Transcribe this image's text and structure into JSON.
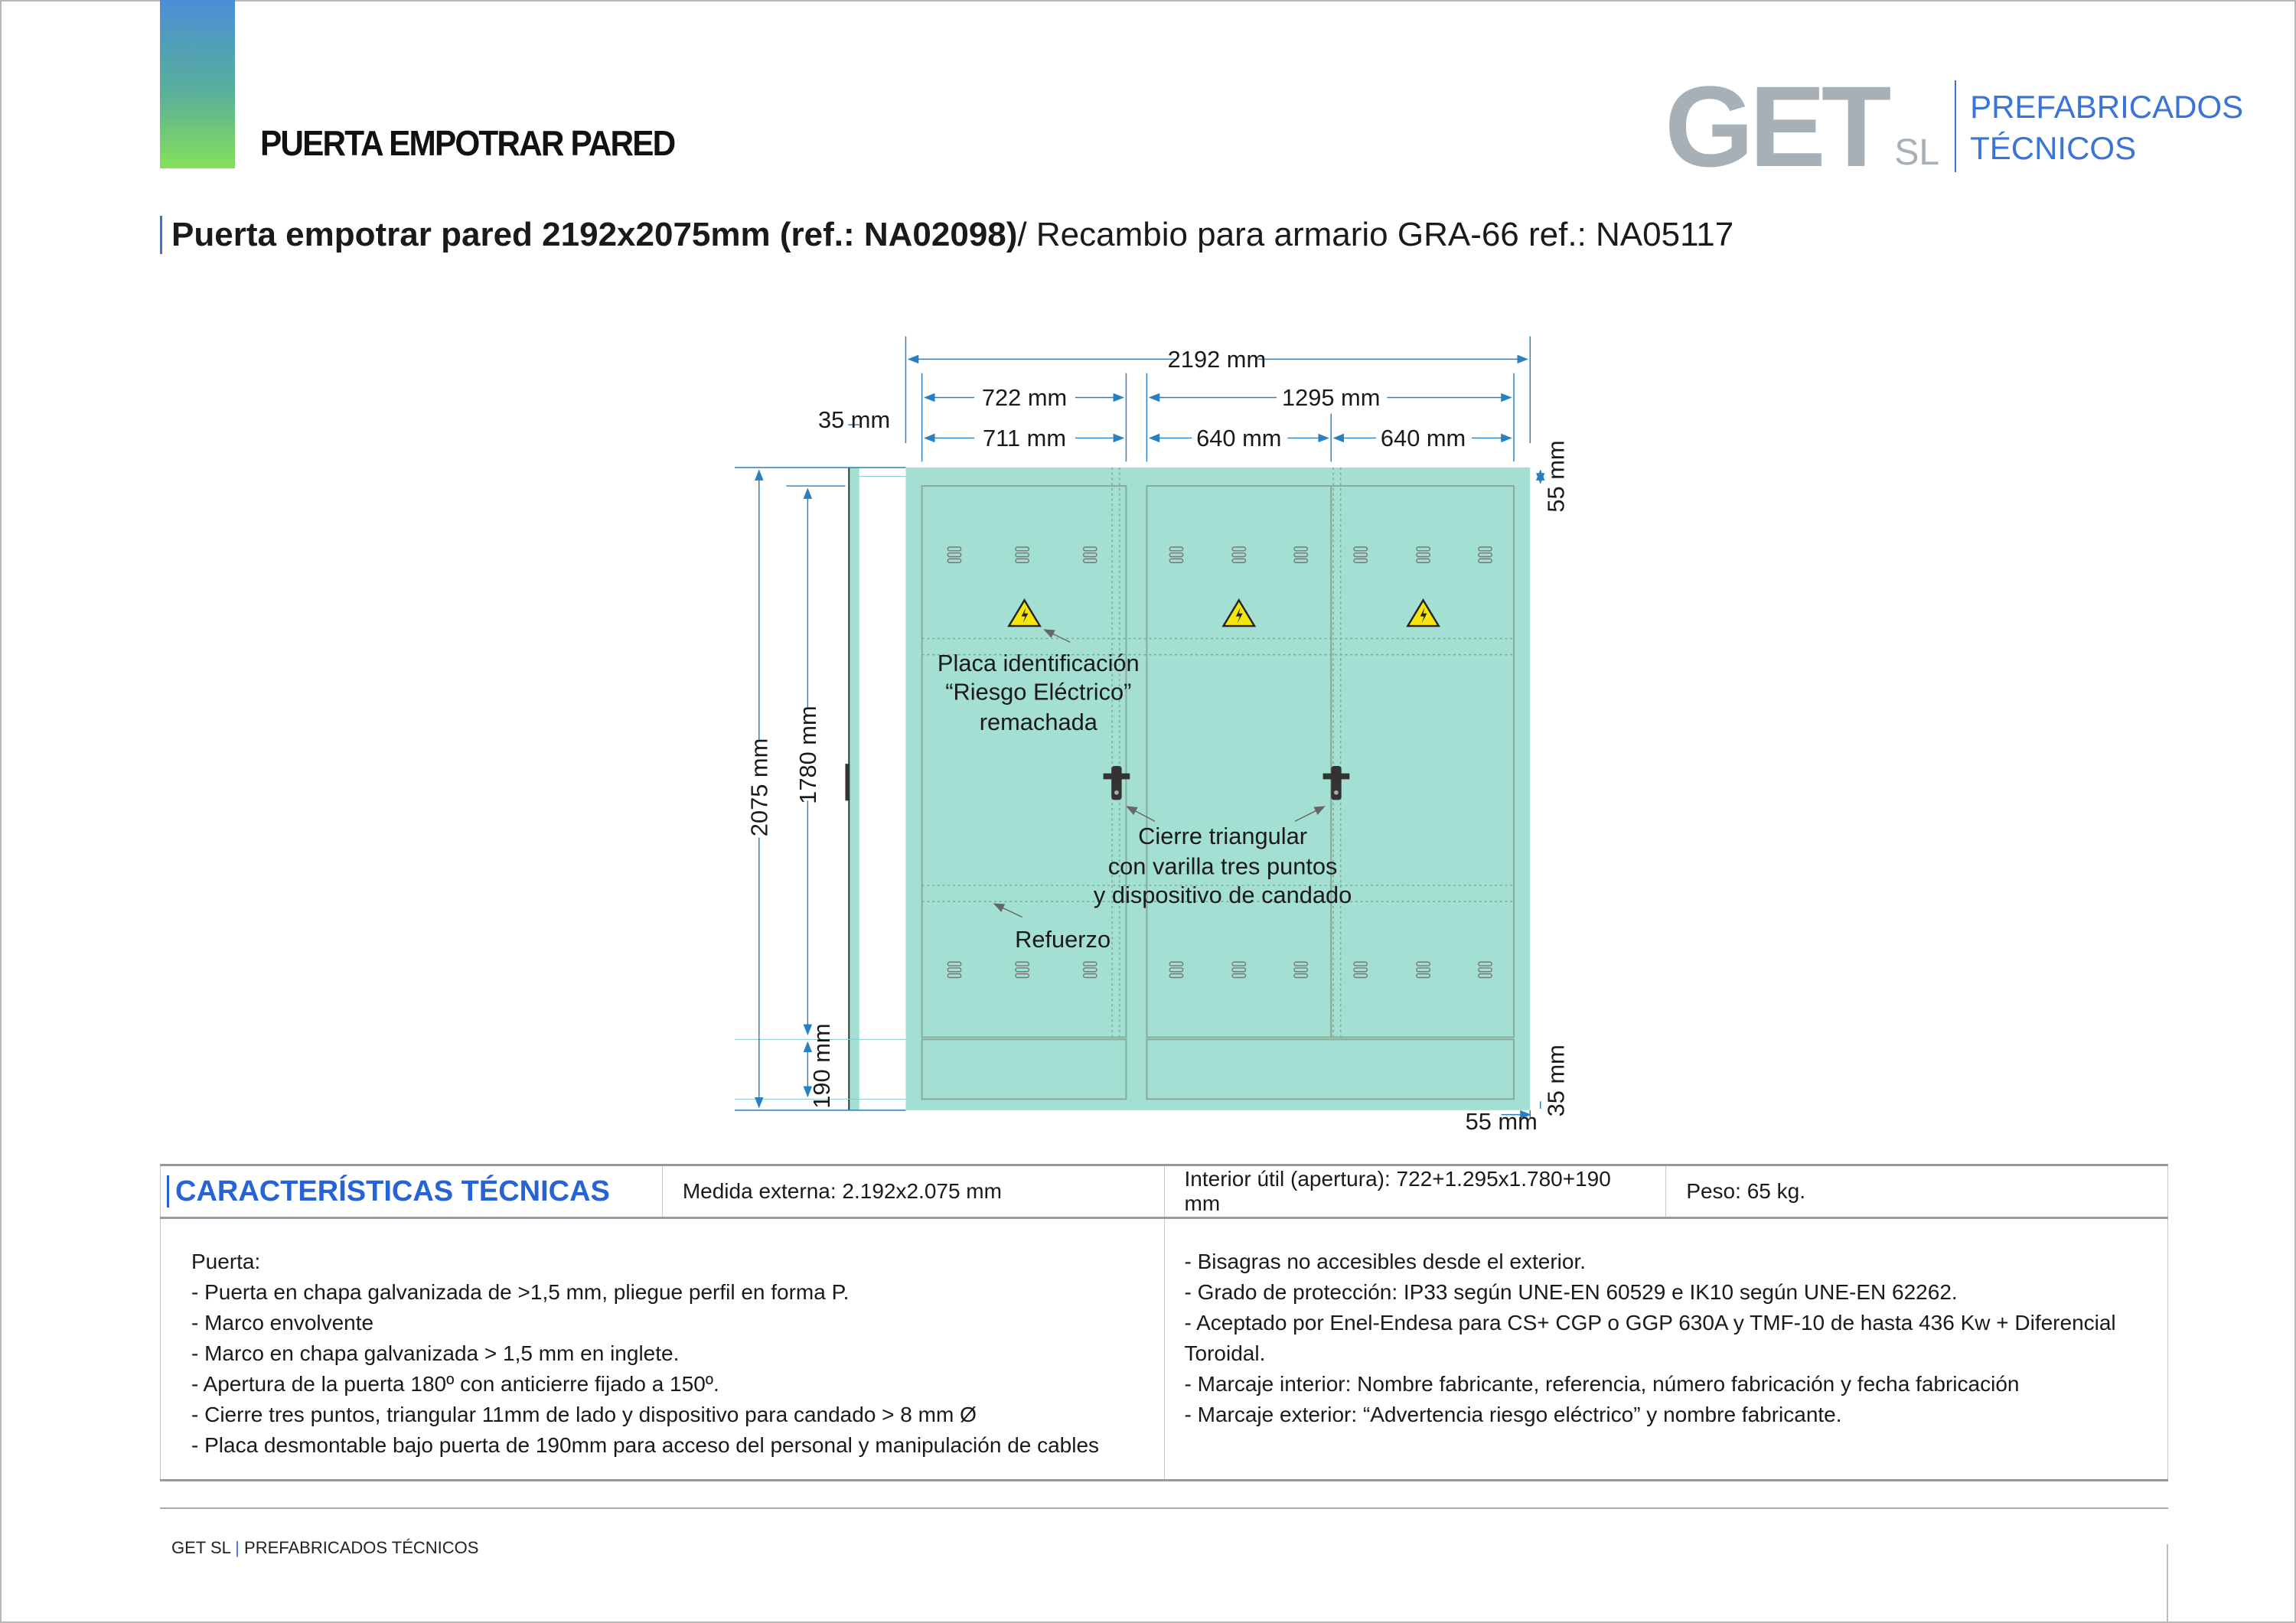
{
  "header": {
    "title": "PUERTA EMPOTRAR PARED",
    "logo": {
      "mark": "GET",
      "suffix": "SL",
      "line1": "PREFABRICADOS",
      "line2": "TÉCNICOS"
    }
  },
  "subtitle": {
    "bold": "Puerta empotrar pared 2192x2075mm (ref.: NA02098)",
    "normal": "/ Recambio para armario GRA-66 ref.: NA05117"
  },
  "diagram": {
    "dims": {
      "total_width": "2192 mm",
      "left_width": "722 mm",
      "right_width": "1295 mm",
      "left_inner": "711 mm",
      "mid_inner": "640 mm",
      "right_inner": "640 mm",
      "frame": "35 mm",
      "top_margin": "55 mm",
      "total_height": "2075 mm",
      "door_height": "1780 mm",
      "plate_height": "190 mm",
      "bottom_margin": "35 mm",
      "side_margin": "55 mm"
    },
    "labels": {
      "placa": [
        "Placa identificación",
        "“Riesgo Eléctrico”",
        "remachada"
      ],
      "cierre": [
        "Cierre triangular",
        "con varilla tres puntos",
        "y dispositivo de candado"
      ],
      "refuerzo": "Refuerzo"
    },
    "colors": {
      "door": "#a3dfd2",
      "dim": "#2a7fc0",
      "warning": "#f5e60a"
    }
  },
  "specs": {
    "heading": "CARACTERÍSTICAS TÉCNICAS",
    "medida": "Medida externa: 2.192x2.075 mm",
    "interior": "Interior útil (apertura): 722+1.295x1.780+190 mm",
    "peso": "Peso: 65 kg.",
    "left": [
      "Puerta:",
      "- Puerta en chapa galvanizada de >1,5 mm, pliegue perfil en forma P.",
      "- Marco envolvente",
      "- Marco en chapa galvanizada > 1,5 mm en inglete.",
      "- Apertura de la puerta 180º con anticierre fijado a 150º.",
      "- Cierre tres puntos, triangular 11mm de lado y dispositivo para candado > 8 mm Ø",
      "- Placa desmontable bajo puerta de 190mm para acceso del personal y manipulación de cables"
    ],
    "right": [
      "- Bisagras no accesibles desde el exterior.",
      "- Grado de protección: IP33 según UNE-EN 60529 e IK10 según UNE-EN 62262.",
      "- Aceptado por Enel-Endesa para CS+ CGP o GGP 630A y TMF-10 de hasta 436 Kw + Diferencial Toroidal.",
      "- Marcaje interior: Nombre fabricante, referencia, número fabricación y fecha fabricación",
      "- Marcaje exterior: “Advertencia riesgo eléctrico” y nombre fabricante."
    ]
  },
  "footer": {
    "company": "GET SL",
    "separator": "|",
    "text": "PREFABRICADOS TÉCNICOS"
  }
}
